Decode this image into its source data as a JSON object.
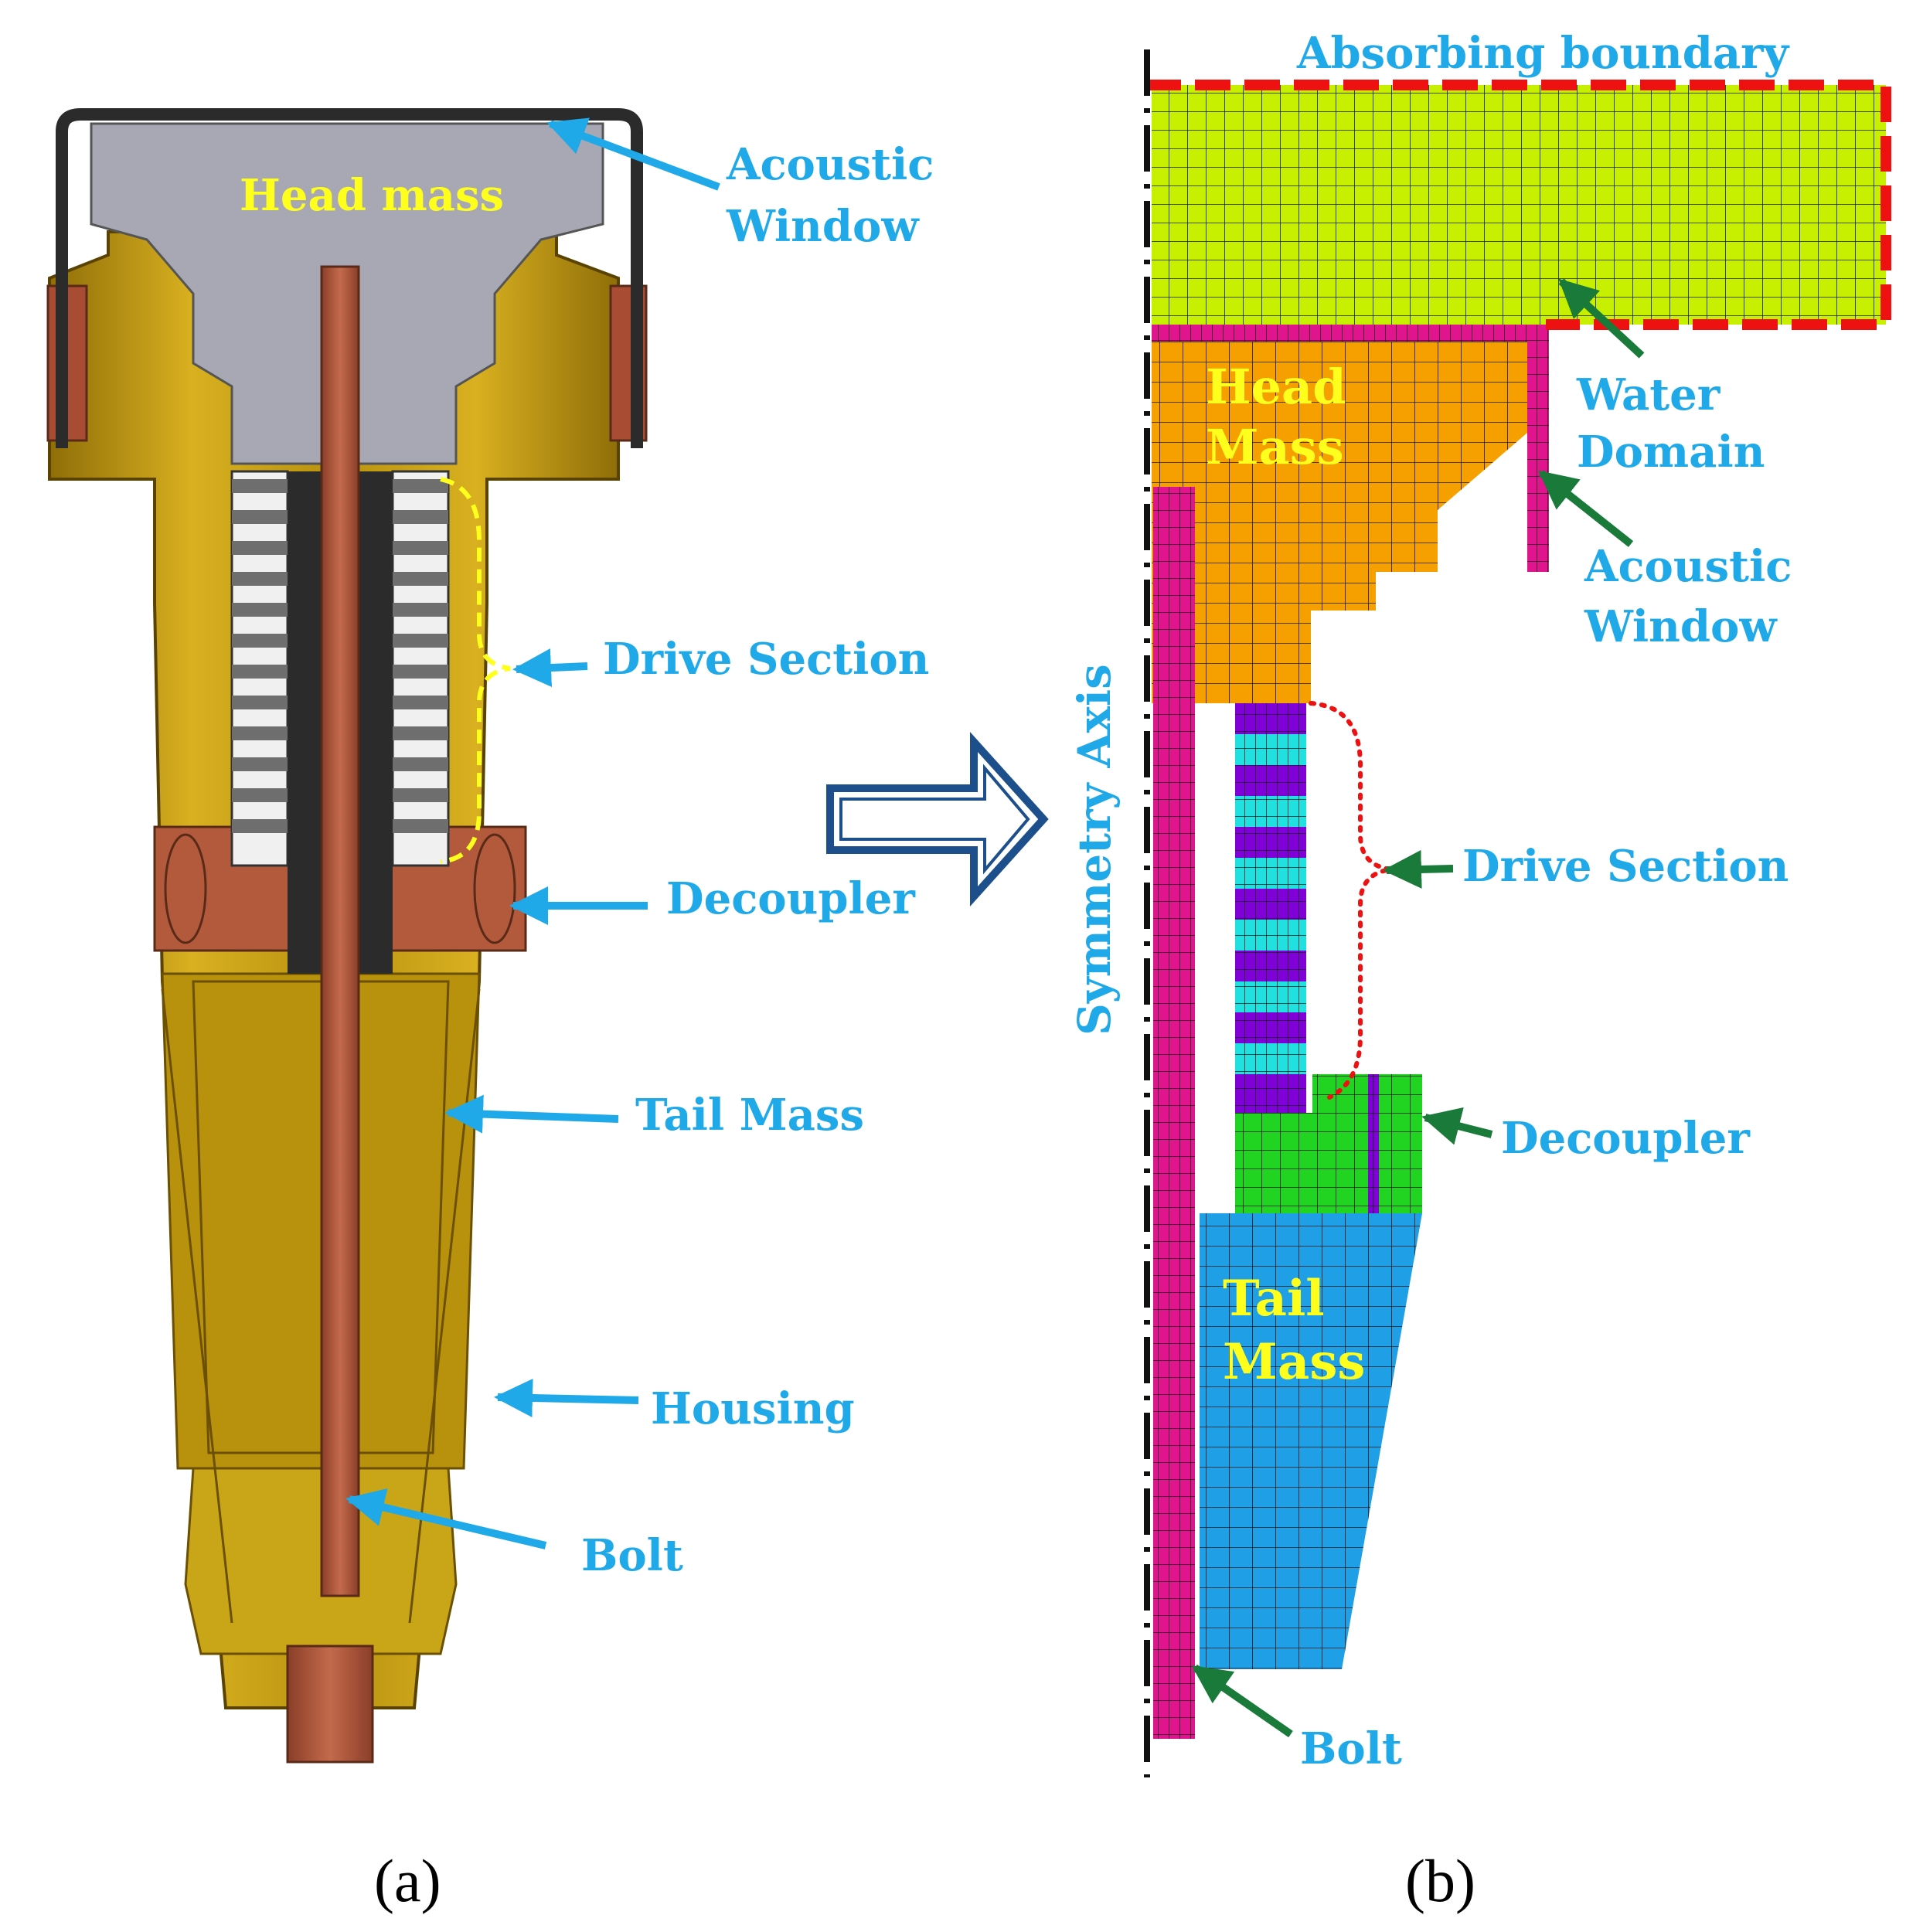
{
  "panel_a": {
    "caption": "(a)",
    "labels": {
      "head_mass": "Head mass",
      "acoustic_window_1": "Acoustic",
      "acoustic_window_2": "Window",
      "drive_section": "Drive Section",
      "decoupler": "Decoupler",
      "tail_mass": "Tail Mass",
      "housing": "Housing",
      "bolt": "Bolt"
    }
  },
  "panel_b": {
    "caption": "(b)",
    "labels": {
      "absorbing_boundary": "Absorbing boundary",
      "head_mass_1": "Head",
      "head_mass_2": "Mass",
      "water_domain_1": "Water",
      "water_domain_2": "Domain",
      "acoustic_window_1": "Acoustic",
      "acoustic_window_2": "Window",
      "symmetry_axis": "Symmetry Axis",
      "drive_section": "Drive Section",
      "decoupler": "Decoupler",
      "tail_mass_1": "Tail",
      "tail_mass_2": "Mass",
      "bolt": "Bolt"
    }
  },
  "colors": {
    "label_blue": "#1fa9e8",
    "label_yellow": "#ffff1e",
    "arrow_blue": "#1fa9e8",
    "arrow_green": "#1a7a3a",
    "water_mesh": "#c6f000",
    "head_mass_mesh": "#f6a000",
    "bolt_mesh": "#e0148c",
    "tail_mass_mesh": "#1f9fe6",
    "decoupler_mesh": "#22d422",
    "drive_purple": "#8000d8",
    "drive_cyan": "#20e0e0",
    "boundary_red": "#ee1111",
    "housing_gold": "#c8a014",
    "brass_red": "#b4583c",
    "head_gray": "#aaaab4"
  }
}
